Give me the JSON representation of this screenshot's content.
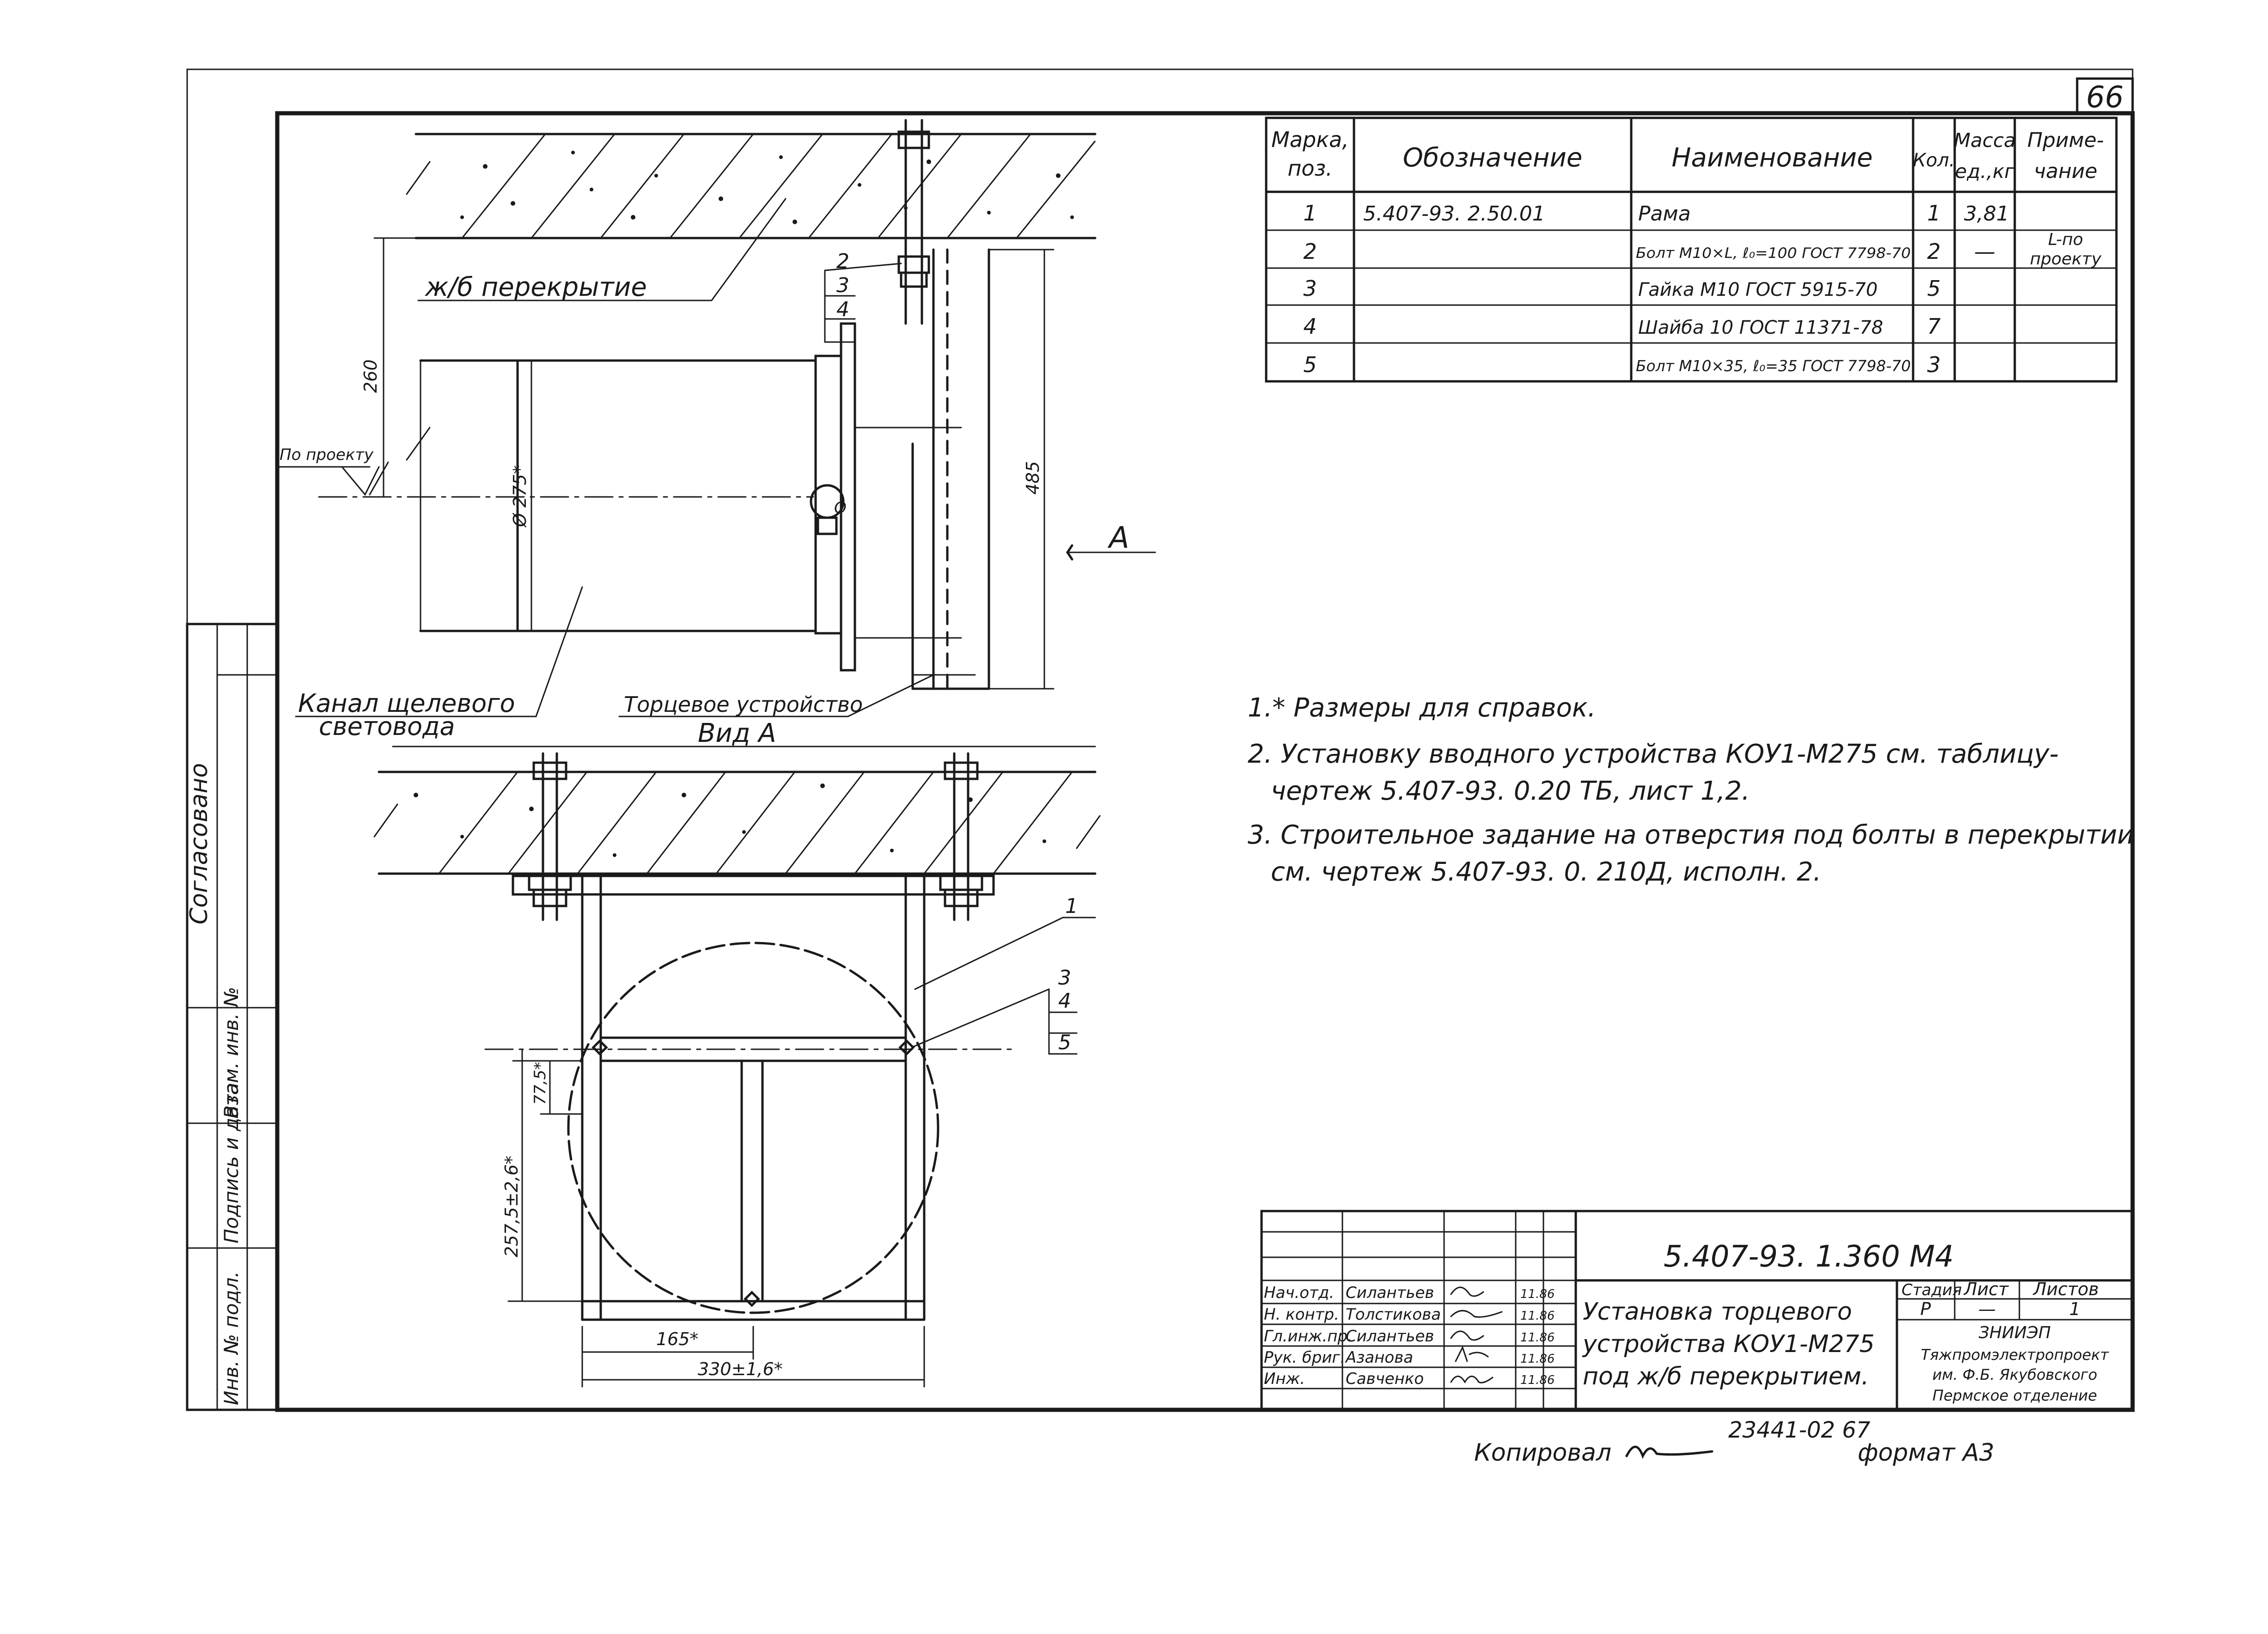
{
  "sheet_number": "66",
  "spec_table": {
    "headers": {
      "mark": "Марка, поз.",
      "mark_l1": "Марка,",
      "mark_l2": "поз.",
      "designation": "Обозначение",
      "name": "Наименование",
      "qty": "Кол.",
      "mass_l1": "Масса",
      "mass_l2": "ед.,кг",
      "note_l1": "Приме-",
      "note_l2": "чание"
    },
    "rows": [
      {
        "mark": "1",
        "designation": "5.407-93. 2.50.01",
        "name": "Рама",
        "qty": "1",
        "mass": "3,81",
        "note_l1": "",
        "note_l2": ""
      },
      {
        "mark": "2",
        "designation": "",
        "name": "Болт М10×L, ℓ₀=100 ГОСТ 7798-70",
        "qty": "2",
        "mass": "—",
        "note_l1": "L-по",
        "note_l2": "проекту"
      },
      {
        "mark": "3",
        "designation": "",
        "name": "Гайка М10 ГОСТ 5915-70",
        "qty": "5",
        "mass": "",
        "note_l1": "",
        "note_l2": ""
      },
      {
        "mark": "4",
        "designation": "",
        "name": "Шайба 10 ГОСТ 11371-78",
        "qty": "7",
        "mass": "",
        "note_l1": "",
        "note_l2": ""
      },
      {
        "mark": "5",
        "designation": "",
        "name": "Болт М10×35, ℓ₀=35 ГОСТ 7798-70",
        "qty": "3",
        "mass": "",
        "note_l1": "",
        "note_l2": ""
      }
    ]
  },
  "notes": {
    "n1": "1.* Размеры для справок.",
    "n2_l1": "2. Установку вводного устройства КОУ1-М275   см. таблицу-",
    "n2_l2": "чертеж 5.407-93. 0.20 ТБ, лист 1,2.",
    "n3_l1": "3. Строительное задание на отверстия под болты в перекрытии",
    "n3_l2": "см. чертеж  5.407-93. 0. 210Д, исполн. 2."
  },
  "drawing_labels": {
    "slab": "ж/б перекрытие",
    "by_project": "По проекту",
    "channel_l1": "Канал щелевого",
    "channel_l2": "световода",
    "end_device": "Торцевое устройство",
    "view_a": "Вид А",
    "arrow_a": "А",
    "dim_260": "260",
    "dim_diam": "Ø 275*",
    "dim_485": "485",
    "dim_77": "77,5*",
    "dim_257": "257,5±2,6*",
    "dim_165": "165*",
    "dim_330": "330±1,6*",
    "callout_2": "2",
    "callout_3": "3",
    "callout_4": "4",
    "callout_1": "1",
    "callout_b3": "3",
    "callout_b4": "4",
    "callout_b5": "5",
    "hole_label": "О"
  },
  "left_strip": {
    "agreed": "Согласовано",
    "inv_original": "Инв. № подл.",
    "sign_date": "Подпись и дата",
    "replace_inv": "Взам. инв. №"
  },
  "title_block": {
    "doc_code": "5.407-93. 1.360 М4",
    "title_l1": "Установка торцевого",
    "title_l2": "устройства КОУ1-М275",
    "title_l3": "под ж/б перекрытием.",
    "stage_label": "Стадия",
    "sheet_label": "Лист",
    "sheets_label": "Листов",
    "stage": "Р",
    "sheet": "—",
    "sheets": "1",
    "org_l1": "ЗНИИЭП",
    "org_l2": "Тяжпромэлектропроект",
    "org_l3": "им. Ф.Б. Якубовского",
    "org_l4": "Пермское отделение",
    "roles": [
      {
        "role": "Нач.отд.",
        "name": "Силантьев",
        "date": "11.86"
      },
      {
        "role": "Н. контр.",
        "name": "Толстикова",
        "date": "11.86"
      },
      {
        "role": "Гл.инж.пр.",
        "name": "Силантьев",
        "date": "11.86"
      },
      {
        "role": "Рук. бриг.",
        "name": "Азанова",
        "date": "11.86"
      },
      {
        "role": "Инж.",
        "name": "Савченко",
        "date": "11.86"
      }
    ]
  },
  "footer": {
    "inv_number": "23441-02  67",
    "copied": "Копировал",
    "format": "формат А3"
  }
}
